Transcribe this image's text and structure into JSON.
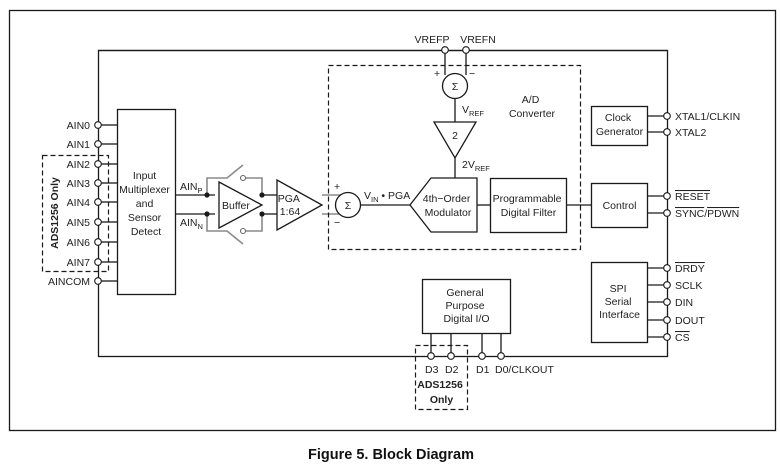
{
  "figure": {
    "caption": "Figure 5. Block Diagram"
  },
  "analog_inputs": {
    "pins": [
      "AIN0",
      "AIN1",
      "AIN2",
      "AIN3",
      "AIN4",
      "AIN5",
      "AIN6",
      "AIN7",
      "AINCOM"
    ],
    "ads1256_only_label": "ADS1256 Only"
  },
  "blocks": {
    "mux": [
      "Input",
      "Multiplexer",
      "and",
      "Sensor",
      "Detect"
    ],
    "mux_out_p": "AIN",
    "mux_out_p_sub": "P",
    "mux_out_n": "AIN",
    "mux_out_n_sub": "N",
    "buffer": "Buffer",
    "pga": [
      "PGA",
      "1:64"
    ],
    "sum_symbol": "Σ",
    "plus": "+",
    "minus": "−",
    "vin_label": "V",
    "vin_sub": "IN",
    "vin_suffix": " • PGA",
    "adc_title": [
      "A/D",
      "Converter"
    ],
    "vref_label": "V",
    "vref_sub": "REF",
    "gain2": "2",
    "twovref_label": "2V",
    "twovref_sub": "REF",
    "modulator": [
      "4th−Order",
      "Modulator"
    ],
    "filter": [
      "Programmable",
      "Digital Filter"
    ],
    "clock": [
      "Clock",
      "Generator"
    ],
    "control": "Control",
    "spi": [
      "SPI",
      "Serial",
      "Interface"
    ],
    "gpio": [
      "General",
      "Purpose",
      "Digital I/O"
    ]
  },
  "reference_pins": [
    "VREFP",
    "VREFN"
  ],
  "clock_pins": [
    "XTAL1/CLKIN",
    "XTAL2"
  ],
  "control_pins": [
    {
      "label": "RESET",
      "active_low": true
    },
    {
      "label": "SYNC/PDWN",
      "active_low": true
    }
  ],
  "spi_pins": [
    {
      "label": "DRDY",
      "active_low": true
    },
    {
      "label": "SCLK",
      "active_low": false
    },
    {
      "label": "DIN",
      "active_low": false
    },
    {
      "label": "DOUT",
      "active_low": false
    },
    {
      "label": "CS",
      "active_low": true
    }
  ],
  "gpio_pins": [
    "D3",
    "D2",
    "D1",
    "D0/CLKOUT"
  ],
  "gpio_ads1256_only": [
    "ADS1256",
    "Only"
  ]
}
